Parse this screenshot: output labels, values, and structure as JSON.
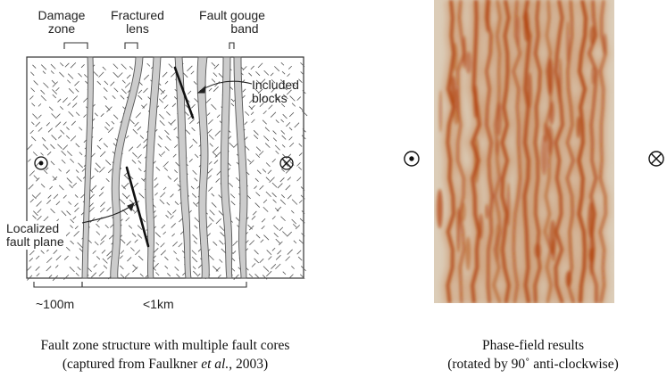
{
  "left_panel": {
    "labels": {
      "damage_zone": [
        "Damage",
        "zone"
      ],
      "fractured_lens": [
        "Fractured",
        "lens"
      ],
      "fault_gouge_band": [
        "Fault gouge",
        "band"
      ],
      "included_blocks": [
        "Included",
        "blocks"
      ],
      "localized_fault_plane": [
        "Localized",
        "fault plane"
      ]
    },
    "scale": {
      "short": "~100m",
      "long": "<1km"
    },
    "symbols": {
      "left": "out-of-page-symbol",
      "right": "into-page-symbol"
    },
    "caption": {
      "line1": "Fault zone structure with multiple fault cores",
      "line2_pre": "(captured from Faulkner ",
      "line2_ital": "et al.",
      "line2_post": ", 2003)"
    }
  },
  "right_panel": {
    "symbols": {
      "left": "out-of-page-symbol",
      "right": "into-page-symbol"
    },
    "caption": {
      "line1": "Phase-field results",
      "line2": "(rotated by 90˚ anti-clockwise)"
    }
  },
  "colors": {
    "phase_bg": "#d9c8b2",
    "phase_crack": "#b3450e",
    "gouge": "#cccccc"
  }
}
